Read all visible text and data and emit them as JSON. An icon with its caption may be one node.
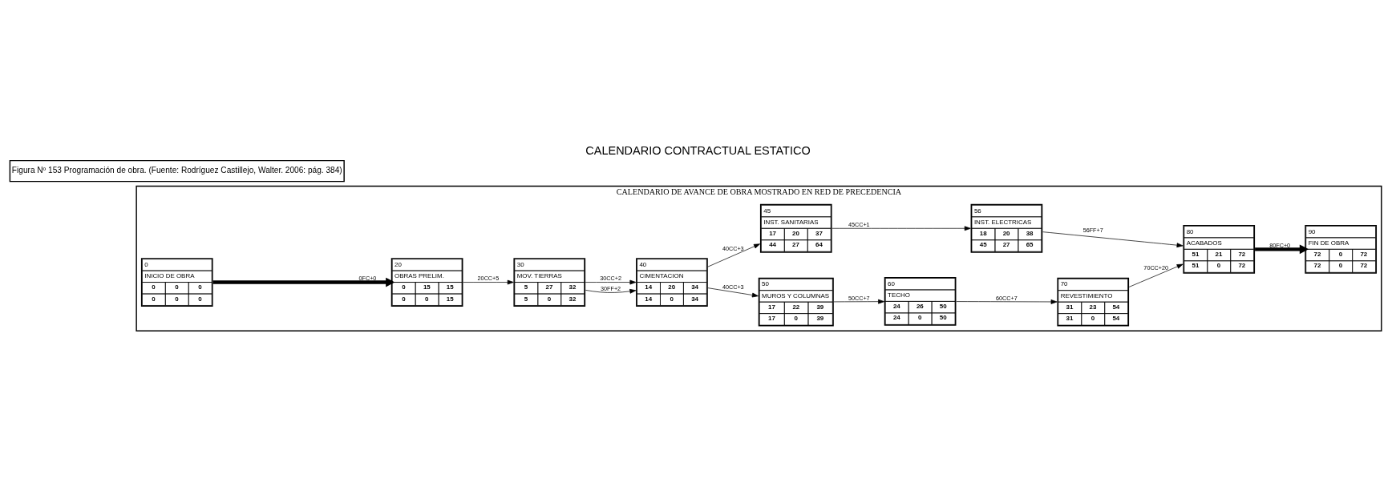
{
  "diagram": {
    "title": "CALENDARIO CONTRACTUAL ESTATICO",
    "caption": "Figura Nº 153 Programación de obra. (Fuente: Rodríguez Castillejo, Walter. 2006: pág. 384)",
    "nodes": [
      {
        "text": [
          "CALENDARIO DE AVANCE DE OBRA MOSTRADO EN RED DE PRECEDENCIA"
        ]
      },
      {
        "text": [
          "0",
          "INICIO DE OBRA",
          "0",
          "0",
          "0",
          "0",
          "0",
          "0"
        ],
        "in": 0
      },
      {
        "text": [
          "20",
          "OBRAS PRELIM.",
          "0",
          "15",
          "15",
          "0",
          "0",
          "15"
        ],
        "in": 0
      },
      {
        "text": [
          "30",
          "MOV. TIERRAS",
          "5",
          "27",
          "32",
          "5",
          "0",
          "32"
        ],
        "in": 0
      },
      {
        "text": [
          "40",
          "CIMENTACION",
          "14",
          "20",
          "34",
          "14",
          "0",
          "34"
        ],
        "in": 0
      },
      {
        "text": [
          "50",
          "MUROS Y COLUMNAS",
          "17",
          "22",
          "39",
          "17",
          "0",
          "39"
        ],
        "in": 0
      },
      {
        "text": [
          "60",
          "TECHO",
          "24",
          "26",
          "50",
          "24",
          "0",
          "50"
        ],
        "in": 0
      },
      {
        "text": [
          "70",
          "REVESTIMIENTO",
          "31",
          "23",
          "54",
          "31",
          "0",
          "54"
        ],
        "in": 0
      },
      {
        "text": [
          "80",
          "ACABADOS",
          "51",
          "21",
          "72",
          "51",
          "0",
          "72"
        ],
        "in": 0
      },
      {
        "text": [
          "90",
          "FIN DE OBRA",
          "72",
          "0",
          "72",
          "72",
          "0",
          "72"
        ],
        "in": 0
      },
      {
        "text": [
          "45",
          "INST. SANITARIAS",
          "17",
          "20",
          "37",
          "44",
          "27",
          "64"
        ],
        "in": 0
      },
      {
        "text": [
          "56",
          "INST. ELECTRICAS",
          "18",
          "20",
          "38",
          "45",
          "27",
          "65"
        ],
        "in": 0
      }
    ],
    "edges": [
      {
        "from": 1,
        "to": 2,
        "arrow": "to",
        "label": "0FC+0",
        "style": "thick"
      },
      {
        "from": 2,
        "to": 3,
        "arrow": "to",
        "label": "20CC+5"
      },
      {
        "from": 3,
        "to": 4,
        "arrow": "to",
        "label": "30FF+2"
      },
      {
        "from": 3,
        "to": 4,
        "arrow": "to",
        "label": "30CC+2"
      },
      {
        "from": 4,
        "to": 5,
        "arrow": "to",
        "label": "40CC+3"
      },
      {
        "from": 4,
        "to": 10,
        "arrow": "to",
        "label": "40CC+3"
      },
      {
        "from": 5,
        "to": 6,
        "arrow": "to",
        "label": "50CC+7"
      },
      {
        "from": 6,
        "to": 7,
        "arrow": "to",
        "label": "60CC+7"
      },
      {
        "from": 7,
        "to": 8,
        "arrow": "to",
        "label": "70CC+20"
      },
      {
        "from": 10,
        "to": 11,
        "arrow": "to",
        "label": "45CC+1"
      },
      {
        "from": 11,
        "to": 8,
        "arrow": "to",
        "label": "56FF+7"
      },
      {
        "from": 8,
        "to": 9,
        "arrow": "to",
        "label": "80FC+0",
        "style": "thick"
      }
    ]
  }
}
